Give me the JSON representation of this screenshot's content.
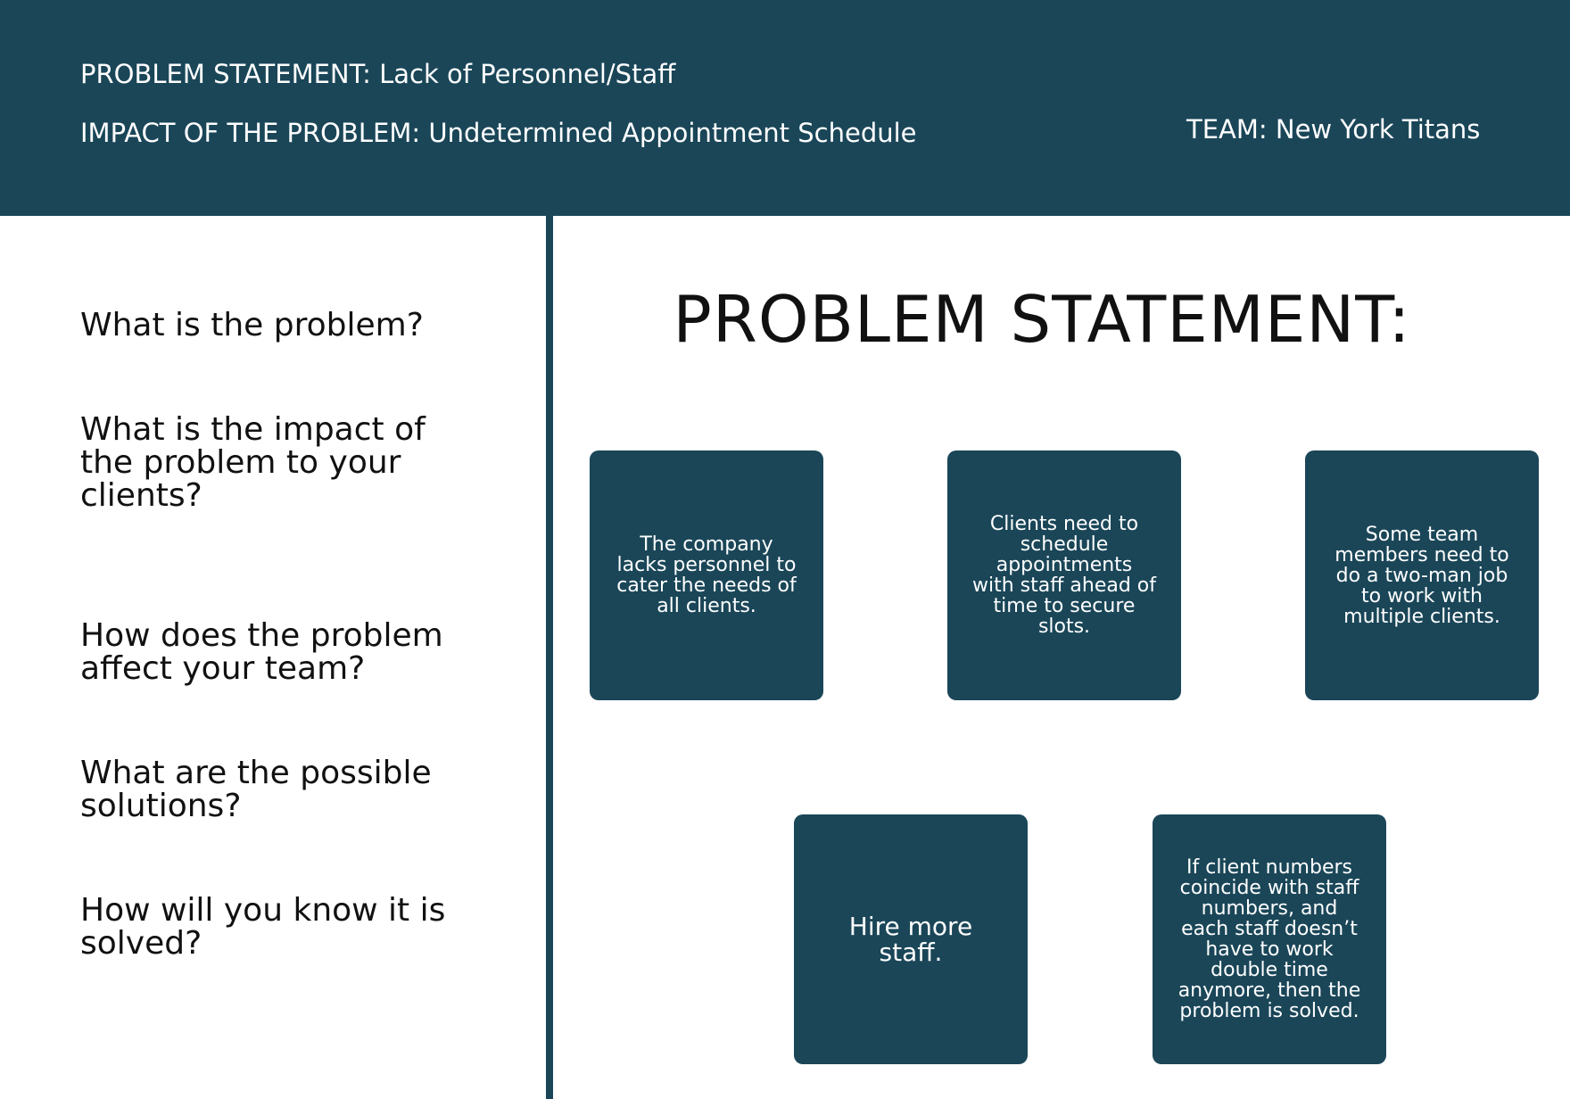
{
  "header": {
    "problem_statement": "PROBLEM STATEMENT: Lack of Personnel/Staff",
    "impact": "IMPACT OF THE PROBLEM: Undetermined Appointment Schedule",
    "team": "TEAM: New York Titans"
  },
  "questions": [
    "What is the problem?",
    "What is the impact of the problem to your clients?",
    "How does the problem affect your team?",
    "What are the possible solutions?",
    "How will you know it is solved?"
  ],
  "main": {
    "title": "PROBLEM STATEMENT:"
  },
  "cards": [
    "The company lacks personnel to cater the needs of all clients.",
    "Clients need to schedule appointments with staff ahead of time to secure slots.",
    "Some team members need to do a two-man job to work with multiple clients.",
    "Hire more staff.",
    "If client numbers coincide with staff numbers, and each staff doesn’t have to work double time anymore, then the problem is solved."
  ],
  "colors": {
    "primary": "#1a4658",
    "text": "#111111",
    "background": "#ffffff"
  }
}
